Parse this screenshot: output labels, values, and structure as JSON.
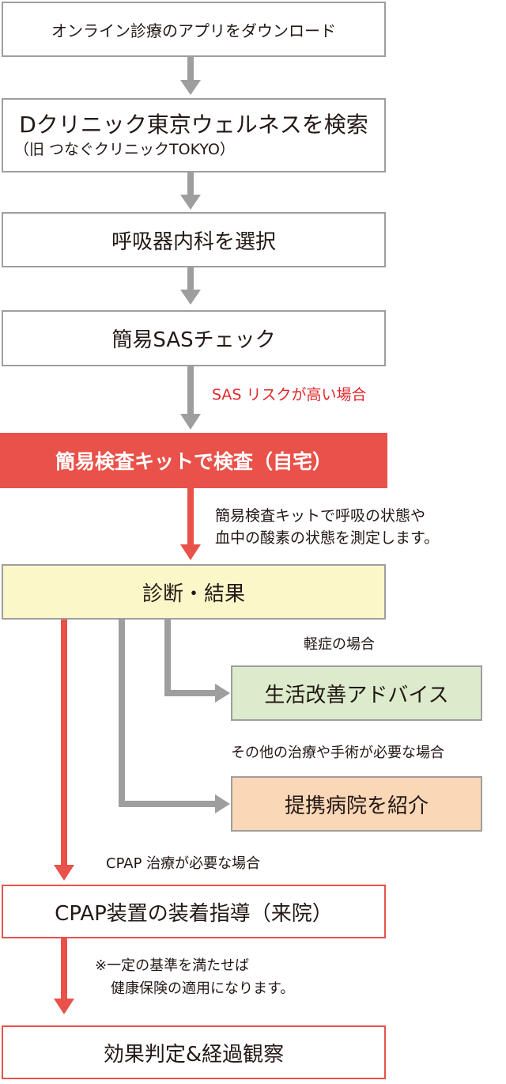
{
  "steps": {
    "download": "オンライン診療のアプリをダウンロード",
    "search_main": "Dクリニック東京ウェルネスを検索",
    "search_sub": "（旧 つなぐクリニックTOKYO）",
    "select_dept": "呼吸器内科を選択",
    "sas_check": "簡易SASチェック",
    "home_test": "簡易検査キットで検査（自宅）",
    "diagnosis": "診断・結果",
    "lifestyle": "生活改善アドバイス",
    "referral": "提携病院を紹介",
    "cpap_guidance": "CPAP装置の装着指導（来院）",
    "evaluation": "効果判定&経過観察"
  },
  "notes": {
    "sas_risk": "SAS リスクが高い場合",
    "kit_line1": "簡易検査キットで呼吸の状態や",
    "kit_line2": "血中の酸素の状態を測定します。",
    "mild": "軽症の場合",
    "other_treatment": "その他の治療や手術が必要な場合",
    "cpap_needed": "CPAP 治療が必要な場合",
    "insurance_line1": "※一定の基準を満たせば",
    "insurance_line2": "健康保険の適用になります。"
  },
  "colors": {
    "gray": "#9e9e9e",
    "red": "#e8524a",
    "yellow": "#fbf7c8",
    "green": "#dcebcc",
    "peach": "#fad7b7"
  }
}
